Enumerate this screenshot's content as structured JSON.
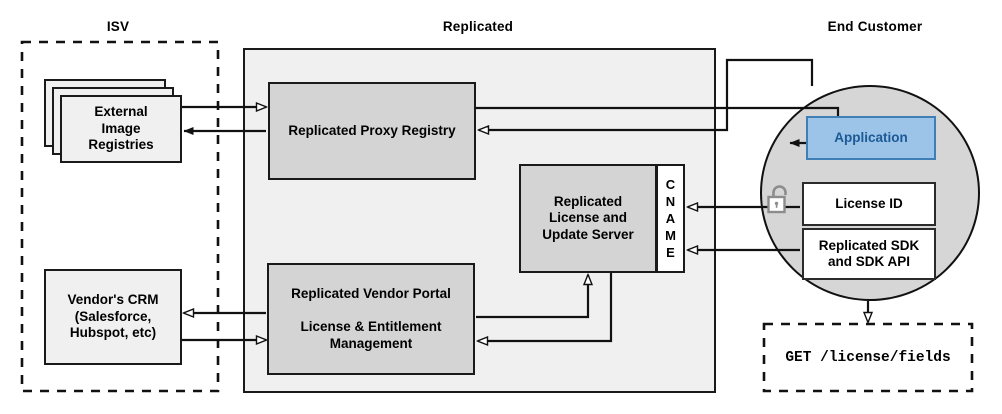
{
  "diagram": {
    "title": "Replicated platform architecture",
    "zones": [
      {
        "id": "isv",
        "label": "ISV",
        "style": "dashed"
      },
      {
        "id": "replicated",
        "label": "Replicated",
        "style": "solid-filled"
      },
      {
        "id": "end_customer",
        "label": "End Customer",
        "style": "circle-filled"
      }
    ],
    "colors": {
      "zone_fill": "#f0f0f0",
      "circle_fill": "#d6d6d6",
      "node_fill": "#d4d4d4",
      "node_fill_light": "#f0f0f0",
      "node_fill_white": "#ffffff",
      "accent_blue_fill": "#9cc3e8",
      "accent_blue_border": "#3f7fb5",
      "accent_blue_text": "#1c5a96",
      "stroke": "#1a1a1a"
    },
    "nodes": [
      {
        "id": "external_image_registries",
        "zone": "isv",
        "lines": [
          "External",
          "Image",
          "Registries"
        ],
        "shape": "stacked-rectangles",
        "stack_count": 3
      },
      {
        "id": "vendors_crm",
        "zone": "isv",
        "lines": [
          "Vendor's CRM",
          "(Salesforce,",
          "Hubspot, etc)"
        ],
        "shape": "rectangle"
      },
      {
        "id": "replicated_proxy_registry",
        "zone": "replicated",
        "lines": [
          "Replicated Proxy Registry"
        ],
        "shape": "rectangle"
      },
      {
        "id": "replicated_license_update_server",
        "zone": "replicated",
        "lines": [
          "Replicated",
          "License and",
          "Update Server"
        ],
        "shape": "rectangle"
      },
      {
        "id": "cname_strip",
        "zone": "replicated",
        "lines": [
          "C",
          "N",
          "A",
          "M",
          "E"
        ],
        "shape": "vertical-strip"
      },
      {
        "id": "replicated_vendor_portal",
        "zone": "replicated",
        "lines": [
          "Replicated Vendor Portal",
          "License & Entitlement Management"
        ],
        "title": "Replicated Vendor Portal",
        "subtitle_line1": "License & Entitlement",
        "subtitle_line2": "Management",
        "shape": "rectangle"
      },
      {
        "id": "application",
        "zone": "end_customer",
        "lines": [
          "Application"
        ],
        "shape": "rectangle",
        "highlight": true
      },
      {
        "id": "license_id",
        "zone": "end_customer",
        "lines": [
          "License ID"
        ],
        "shape": "rectangle"
      },
      {
        "id": "replicated_sdk",
        "zone": "end_customer",
        "lines": [
          "Replicated SDK",
          "and SDK API"
        ],
        "shape": "rectangle"
      },
      {
        "id": "api_request",
        "zone": "end_customer",
        "lines": [
          "GET /license/fields"
        ],
        "shape": "dashed-rectangle",
        "font": "monospace"
      }
    ],
    "icons": [
      {
        "id": "padlock",
        "name": "unlocked-padlock-icon",
        "state": "open"
      }
    ],
    "edges": [
      {
        "from": "external_image_registries",
        "to": "replicated_proxy_registry",
        "direction": "forward"
      },
      {
        "from": "replicated_proxy_registry",
        "to": "external_image_registries",
        "direction": "forward"
      },
      {
        "from": "replicated_proxy_registry",
        "to": "application",
        "direction": "forward"
      },
      {
        "from": "application",
        "to": "replicated_proxy_registry",
        "direction": "forward"
      },
      {
        "from": "license_id",
        "to": "cname_strip",
        "direction": "forward"
      },
      {
        "from": "replicated_sdk",
        "to": "cname_strip",
        "direction": "forward"
      },
      {
        "from": "vendors_crm",
        "to": "replicated_vendor_portal",
        "direction": "forward"
      },
      {
        "from": "replicated_vendor_portal",
        "to": "vendors_crm",
        "direction": "forward"
      },
      {
        "from": "replicated_vendor_portal",
        "to": "replicated_license_update_server",
        "direction": "forward"
      },
      {
        "from": "replicated_license_update_server",
        "to": "replicated_vendor_portal",
        "direction": "forward"
      },
      {
        "from": "replicated_sdk",
        "to": "api_request",
        "direction": "forward"
      }
    ]
  },
  "labels": {
    "isv": "ISV",
    "replicated": "Replicated",
    "end_customer": "End Customer",
    "external_image_registries_l1": "External",
    "external_image_registries_l2": "Image",
    "external_image_registries_l3": "Registries",
    "vendors_crm_l1": "Vendor's CRM",
    "vendors_crm_l2": "(Salesforce,",
    "vendors_crm_l3": "Hubspot, etc)",
    "proxy_registry": "Replicated Proxy Registry",
    "license_server_l1": "Replicated",
    "license_server_l2": "License and",
    "license_server_l3": "Update Server",
    "cname_c": "C",
    "cname_n": "N",
    "cname_a": "A",
    "cname_m": "M",
    "cname_e": "E",
    "vendor_portal_title": "Replicated Vendor Portal",
    "vendor_portal_sub1": "License & Entitlement",
    "vendor_portal_sub2": "Management",
    "application": "Application",
    "license_id": "License ID",
    "sdk_l1": "Replicated SDK",
    "sdk_l2": "and SDK API",
    "api_request": "GET /license/fields"
  }
}
